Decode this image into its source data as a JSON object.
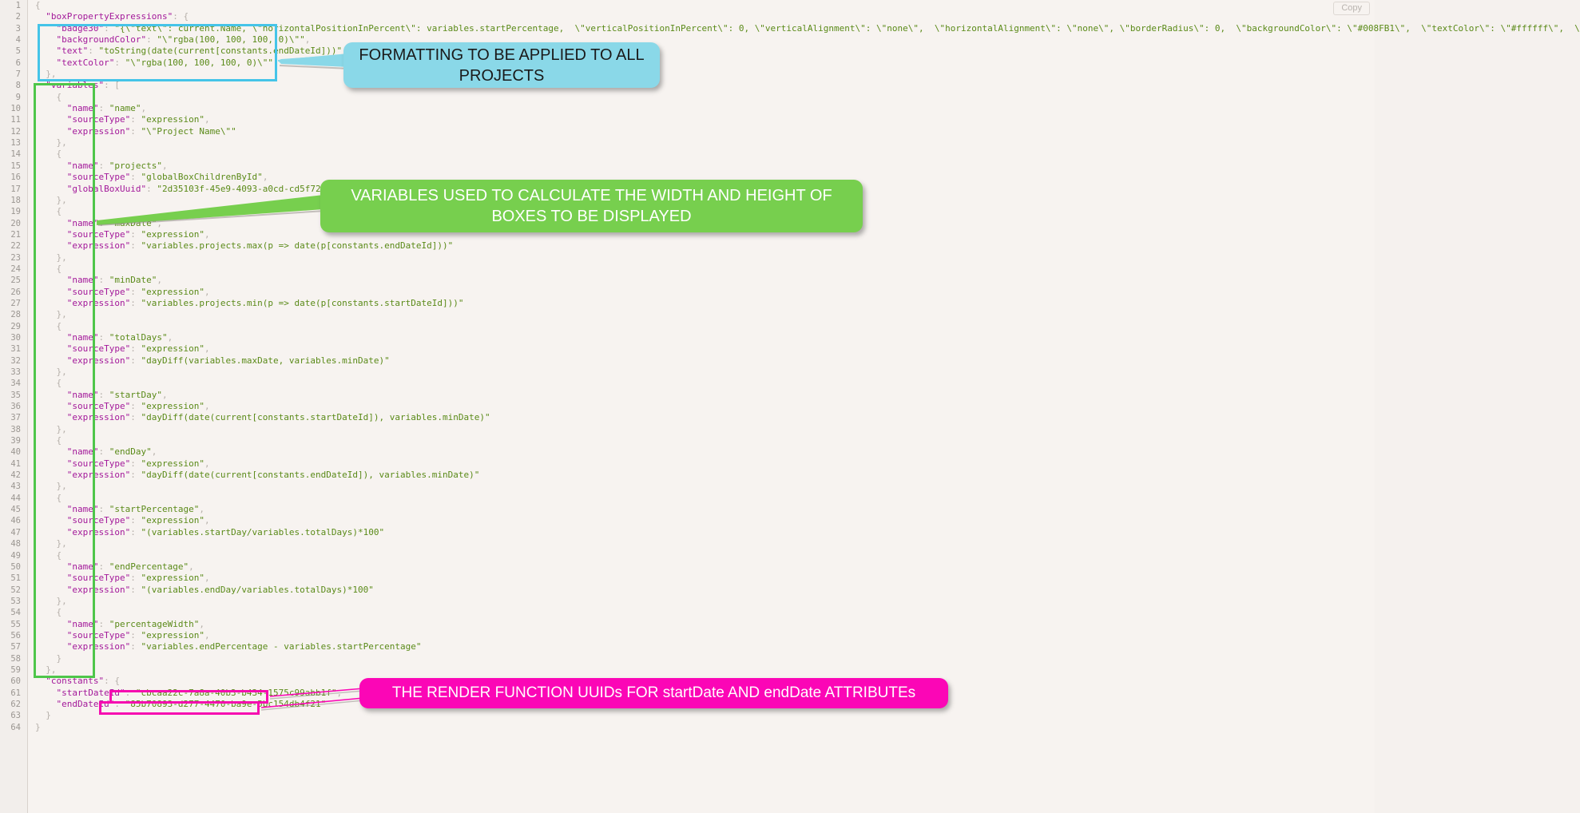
{
  "toolbar": {
    "copy_label": "Copy"
  },
  "code": {
    "language": "json",
    "first_line_number": 1,
    "lines": [
      {
        "n": 1,
        "text": "{"
      },
      {
        "n": 2,
        "text": "  \"boxPropertyExpressions\": {"
      },
      {
        "n": 3,
        "text": "    \"badge30\": \"{\\\"text\\\": current.Name, \\\"horizontalPositionInPercent\\\": variables.startPercentage,  \\\"verticalPositionInPercent\\\": 0, \\\"verticalAlignment\\\": \\\"none\\\",  \\\"horizontalAlignment\\\": \\\"none\\\", \\\"borderRadius\\\": 0,  \\\"backgroundColor\\\": \\\"#008FB1\\\",  \\\"textColor\\\": \\\"#ffffff\\\",  \\"
      },
      {
        "n": 4,
        "text": "    \"backgroundColor\": \"\\\"rgba(100, 100, 100, 0)\\\"\","
      },
      {
        "n": 5,
        "text": "    \"text\": \"toString(date(current[constants.endDateId]))\","
      },
      {
        "n": 6,
        "text": "    \"textColor\": \"\\\"rgba(100, 100, 100, 0)\\\"\""
      },
      {
        "n": 7,
        "text": "  },"
      },
      {
        "n": 8,
        "text": "  \"variables\": ["
      },
      {
        "n": 9,
        "text": "    {"
      },
      {
        "n": 10,
        "text": "      \"name\": \"name\","
      },
      {
        "n": 11,
        "text": "      \"sourceType\": \"expression\","
      },
      {
        "n": 12,
        "text": "      \"expression\": \"\\\"Project Name\\\"\""
      },
      {
        "n": 13,
        "text": "    },"
      },
      {
        "n": 14,
        "text": "    {"
      },
      {
        "n": 15,
        "text": "      \"name\": \"projects\","
      },
      {
        "n": 16,
        "text": "      \"sourceType\": \"globalBoxChildrenById\","
      },
      {
        "n": 17,
        "text": "      \"globalBoxUuid\": \"2d35103f-45e9-4093-a0cd-cd5f7240e054\""
      },
      {
        "n": 18,
        "text": "    },"
      },
      {
        "n": 19,
        "text": "    {"
      },
      {
        "n": 20,
        "text": "      \"name\": \"maxDate\","
      },
      {
        "n": 21,
        "text": "      \"sourceType\": \"expression\","
      },
      {
        "n": 22,
        "text": "      \"expression\": \"variables.projects.max(p => date(p[constants.endDateId]))\""
      },
      {
        "n": 23,
        "text": "    },"
      },
      {
        "n": 24,
        "text": "    {"
      },
      {
        "n": 25,
        "text": "      \"name\": \"minDate\","
      },
      {
        "n": 26,
        "text": "      \"sourceType\": \"expression\","
      },
      {
        "n": 27,
        "text": "      \"expression\": \"variables.projects.min(p => date(p[constants.startDateId]))\""
      },
      {
        "n": 28,
        "text": "    },"
      },
      {
        "n": 29,
        "text": "    {"
      },
      {
        "n": 30,
        "text": "      \"name\": \"totalDays\","
      },
      {
        "n": 31,
        "text": "      \"sourceType\": \"expression\","
      },
      {
        "n": 32,
        "text": "      \"expression\": \"dayDiff(variables.maxDate, variables.minDate)\""
      },
      {
        "n": 33,
        "text": "    },"
      },
      {
        "n": 34,
        "text": "    {"
      },
      {
        "n": 35,
        "text": "      \"name\": \"startDay\","
      },
      {
        "n": 36,
        "text": "      \"sourceType\": \"expression\","
      },
      {
        "n": 37,
        "text": "      \"expression\": \"dayDiff(date(current[constants.startDateId]), variables.minDate)\""
      },
      {
        "n": 38,
        "text": "    },"
      },
      {
        "n": 39,
        "text": "    {"
      },
      {
        "n": 40,
        "text": "      \"name\": \"endDay\","
      },
      {
        "n": 41,
        "text": "      \"sourceType\": \"expression\","
      },
      {
        "n": 42,
        "text": "      \"expression\": \"dayDiff(date(current[constants.endDateId]), variables.minDate)\""
      },
      {
        "n": 43,
        "text": "    },"
      },
      {
        "n": 44,
        "text": "    {"
      },
      {
        "n": 45,
        "text": "      \"name\": \"startPercentage\","
      },
      {
        "n": 46,
        "text": "      \"sourceType\": \"expression\","
      },
      {
        "n": 47,
        "text": "      \"expression\": \"(variables.startDay/variables.totalDays)*100\""
      },
      {
        "n": 48,
        "text": "    },"
      },
      {
        "n": 49,
        "text": "    {"
      },
      {
        "n": 50,
        "text": "      \"name\": \"endPercentage\","
      },
      {
        "n": 51,
        "text": "      \"sourceType\": \"expression\","
      },
      {
        "n": 52,
        "text": "      \"expression\": \"(variables.endDay/variables.totalDays)*100\""
      },
      {
        "n": 53,
        "text": "    },"
      },
      {
        "n": 54,
        "text": "    {"
      },
      {
        "n": 55,
        "text": "      \"name\": \"percentageWidth\","
      },
      {
        "n": 56,
        "text": "      \"sourceType\": \"expression\","
      },
      {
        "n": 57,
        "text": "      \"expression\": \"variables.endPercentage - variables.startPercentage\""
      },
      {
        "n": 58,
        "text": "    }"
      },
      {
        "n": 59,
        "text": "  },"
      },
      {
        "n": 60,
        "text": "  \"constants\": {"
      },
      {
        "n": 61,
        "text": "    \"startDateId\": \"cbcaa22c-7a8a-40b3-b434-1575c99abb1f\","
      },
      {
        "n": 62,
        "text": "    \"endDateId\": \"85b70893-d277-4470-ba9e-5bc154db4f21\""
      },
      {
        "n": 63,
        "text": "  }"
      },
      {
        "n": 64,
        "text": "}"
      }
    ]
  },
  "annotations": {
    "formatting": {
      "text": "FORMATTING TO BE APPLIED TO ALL PROJECTS",
      "color": "#8ad8e8",
      "text_color": "#1a1a1a",
      "highlight_color": "#45c4e8"
    },
    "variables": {
      "text": "VARIABLES USED TO CALCULATE THE WIDTH AND HEIGHT OF BOXES TO BE DISPLAYED",
      "color": "#77cf4e",
      "text_color": "#ffffff",
      "highlight_color": "#4ec64a"
    },
    "uuids": {
      "text": "THE RENDER FUNCTION UUIDs FOR startDate AND endDate ATTRIBUTEs",
      "color": "#fb06b6",
      "text_color": "#ffffff",
      "highlight_color": "#f60bb0"
    }
  }
}
